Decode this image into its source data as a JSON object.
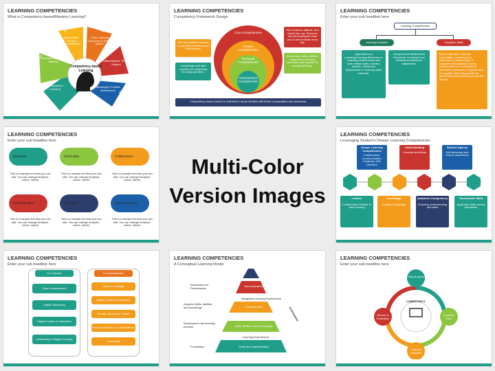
{
  "center": {
    "line1": "Multi-Color",
    "line2": "Version Images"
  },
  "slides": [
    {
      "title": "LEARNING COMPETENCIES",
      "subtitle": "What is Competency-based/Mastery Learning?",
      "center": "Competency-based Learning",
      "petals": [
        {
          "num": "1",
          "text": "Personalized Learning",
          "color": "#1f9e8a"
        },
        {
          "num": "2",
          "text": "Advancement upon Mastery",
          "color": "#8cc63f"
        },
        {
          "num": "3",
          "text": "Measurable, Transfer Competencies",
          "color": "#f7b51b"
        },
        {
          "num": "4",
          "text": "Clear Learning Outcomes & Rating System",
          "color": "#e8731c"
        },
        {
          "num": "5",
          "text": "Differentiated, Timely Support",
          "color": "#c9342e"
        },
        {
          "num": "6",
          "text": "Meaningful, Positive Assessment",
          "color": "#1b5fa8"
        }
      ]
    },
    {
      "title": "LEARNING COMPETENCIES",
      "subtitle": "Competency Framework Design",
      "circles": [
        "Core Competencies",
        "People Competencies",
        "Technical Competencies",
        "Administrative Competencies"
      ],
      "left_notes": [
        "Soft and abilities required for people interaction and relationships.",
        "Knowledge and skill required for supporting the daily operation."
      ],
      "right_notes": [
        "Set of values, attitude, and beliefs the org. Stand for and all employees must own & demonstrate every day.",
        "Knowledge, skills, abilities required for technical execution and impacts for product offerings."
      ],
      "footer": "Competency areas should be reflected in all job families with levels of acquisition and behaviors."
    },
    {
      "title": "LEARNING COMPETENCIES",
      "subtitle": "Enter your sub headline here",
      "root": "Learning Competencies",
      "left_head": "Learning Enablers",
      "right_head": "Cognitive Skills",
      "left_box1": "Approaches to Learning/Learning Behaviors or Learning-related social and work related skills, domain-specific. Classroom Approaches to Learning (task oriented).",
      "left_box2": "Interpersonal Skills/Social Behaviors. Emotional and behavioral classroom adjustment.",
      "right_box": "Basic Capacities: General Capabilities, Impervious to instruction. A middle layer of cognitive skill capable of being transformed to or connected to automatic processes. A highest layer of cognitive skills responsible for goal setting and planning of cognitive activity."
    },
    {
      "title": "LEARNING COMPETENCIES",
      "subtitle": "Enter your sub headline here",
      "items": [
        {
          "label": "Character",
          "color": "#1f9e8a"
        },
        {
          "label": "Citizenship",
          "color": "#8cc63f"
        },
        {
          "label": "Collaboration",
          "color": "#f39c1b"
        },
        {
          "label": "Communication",
          "color": "#c9342e"
        },
        {
          "label": "Creativity",
          "color": "#2c3e6b"
        },
        {
          "label": "Critical Thinking",
          "color": "#1b5fa8"
        }
      ],
      "sample": "This is a sample text that you can edit. You can change font(size, colour, name)"
    },
    {
      "title": "LEARNING COMPETENCIES",
      "subtitle": "Leveraging Student's Deeper Learning Competencies",
      "top": [
        {
          "head": "Deeper Learning Competencies",
          "body": "Collaboration, Communication, Creativity, Self-Direction",
          "color": "#1b5fa8"
        },
        {
          "head": "Understanding",
          "body": "Concept and Ideas",
          "color": "#c9342e"
        },
        {
          "head": "Student Agency",
          "body": "Self-advocacy and learner awareness",
          "color": "#1b5fa8"
        }
      ],
      "bottom": [
        {
          "head": "Learner",
          "body": "Collaborative Partner in their learning",
          "color": "#1f9e8a"
        },
        {
          "head": "Knowledge",
          "body": "Content Knowledge",
          "color": "#f39c1b"
        },
        {
          "head": "Academic Competency",
          "body": "Enduring understanding and skills",
          "color": "#2c3e6b"
        },
        {
          "head": "Transferable Skills",
          "body": "Applicable skills across disciplines",
          "color": "#1f9e8a"
        }
      ],
      "hex_colors": [
        "#1f9e8a",
        "#8cc63f",
        "#f39c1b",
        "#c9342e",
        "#2c3e6b",
        "#1f9e8a"
      ]
    },
    {
      "title": "LEARNING COMPETENCIES",
      "subtitle": "Enter your sub headline here",
      "teacher_head": "For Teacher",
      "admin_head": "For Administrator",
      "teacher_items": [
        "Data & Assessment",
        "Digital Citizenship",
        "Digital Content & Instruction",
        "Leadership in Digital Learning"
      ],
      "admin_items": [
        "Vision & Strategy",
        "Digital Content & Instruction",
        "Human Capacity & Culture",
        "Personal Growth & Considerations",
        "Community"
      ]
    },
    {
      "title": "LEARNING COMPETENCIES",
      "subtitle": "A Conceptual Learning Model",
      "layers": [
        {
          "text": "Demonstrations",
          "color": "#c9342e"
        },
        {
          "text": "Competencies",
          "color": "#f39c1b"
        },
        {
          "text": "Skills, Abilities, and Knowledge",
          "color": "#8cc63f"
        },
        {
          "text": "Traits and characteristics",
          "color": "#1f9e8a"
        }
      ],
      "left_labels": [
        "Assessment of Performance",
        "Acquired skills, abilities, and knowledge",
        "Developed in the learning process",
        "Foundation"
      ],
      "between": [
        "Integrated Learning Experiences",
        "Learning Experiences"
      ],
      "side": "Assessment"
    },
    {
      "title": "LEARNING COMPETENCIES",
      "subtitle": "Enter your sub headline here",
      "hub": "COMPETENCY",
      "nodes": [
        {
          "text": "Gap Analysis",
          "color": "#1f9e8a"
        },
        {
          "text": "Learning Plan",
          "color": "#8cc63f"
        },
        {
          "text": "Learning Activities",
          "color": "#f39c1b"
        },
        {
          "text": "Review & Evaluation",
          "color": "#c9342e"
        }
      ]
    }
  ]
}
